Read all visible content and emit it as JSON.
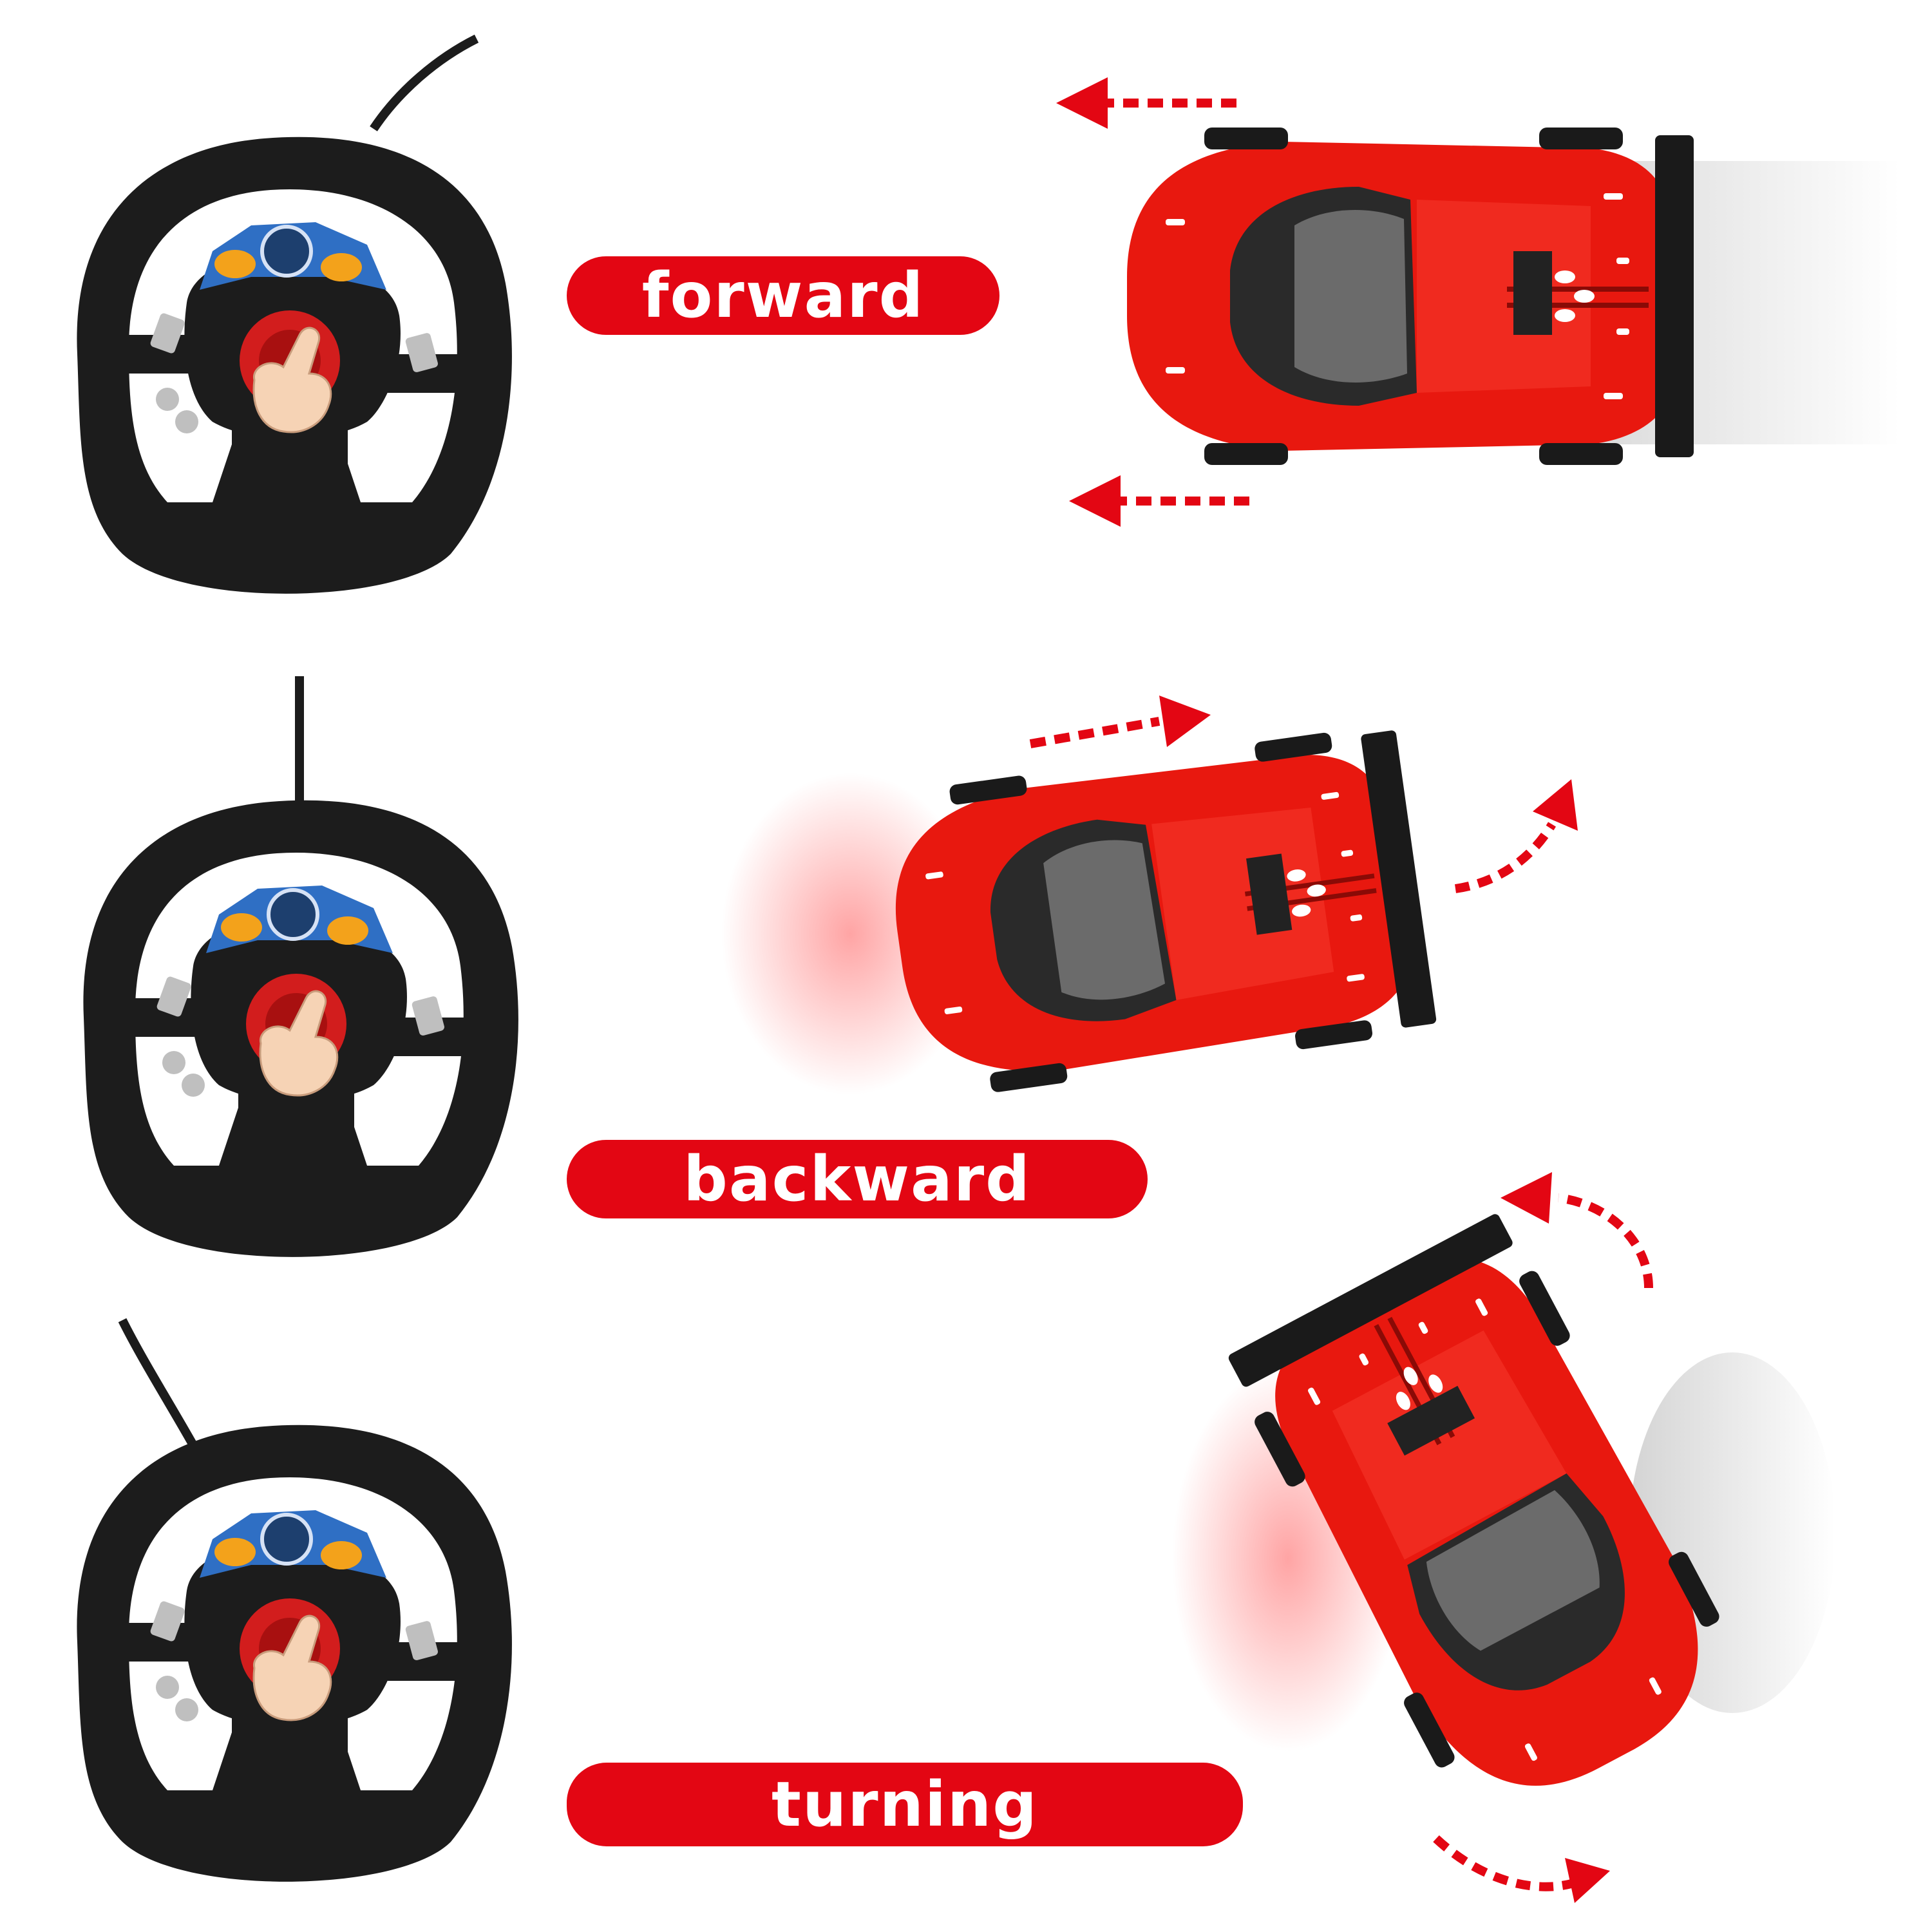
{
  "rows": [
    {
      "id": "forward",
      "label": "forward"
    },
    {
      "id": "backward",
      "label": "backward"
    },
    {
      "id": "turning",
      "label": "turning"
    }
  ],
  "colors": {
    "pill": "#e30613",
    "car": "#e8180f",
    "arrow": "#e30613",
    "wheel": "#1a1a1a"
  },
  "icons": [
    "steering-wheel-remote",
    "pointing-hand",
    "red-sports-car",
    "motion-arrow"
  ]
}
